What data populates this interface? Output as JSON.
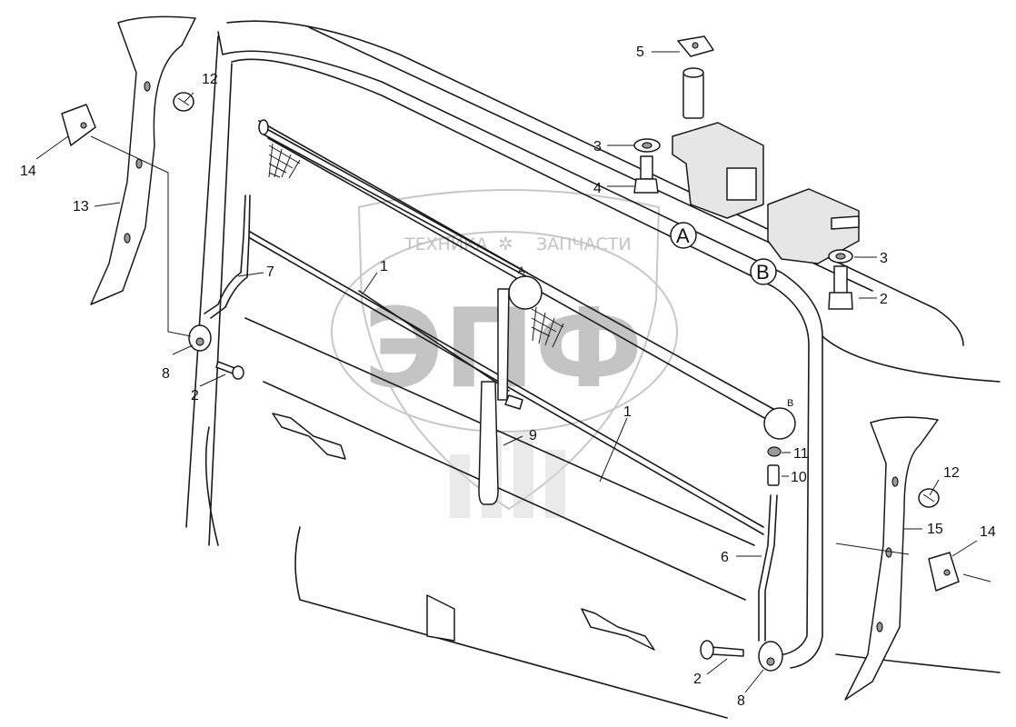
{
  "watermark": {
    "brand_line": "ТЕХНИКА",
    "brand_line2": "ЗАПЧАСТИ",
    "logo": "ЭПФ",
    "color": "#c8c8c8"
  },
  "views": {
    "view_a": "A",
    "view_b": "B",
    "marker_a": "A",
    "marker_b": "B"
  },
  "callouts": {
    "c1a": "1",
    "c1b": "1",
    "c2a": "2",
    "c2b": "2",
    "c2c": "2",
    "c3a": "3",
    "c3b": "3",
    "c4": "4",
    "c5": "5",
    "c6": "6",
    "c7": "7",
    "c8a": "8",
    "c8b": "8",
    "c9": "9",
    "c10": "10",
    "c11": "11",
    "c12a": "12",
    "c12b": "12",
    "c13": "13",
    "c14a": "14",
    "c14b": "14",
    "c15": "15"
  }
}
